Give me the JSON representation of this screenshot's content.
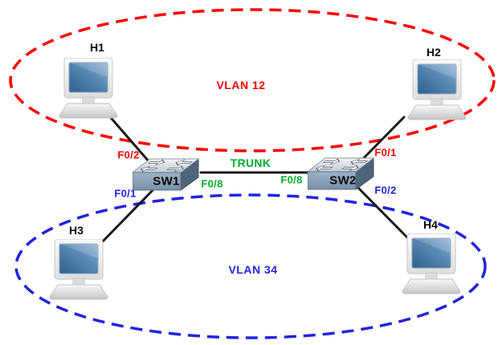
{
  "diagram": {
    "type": "network-topology",
    "background": "#ffffff"
  },
  "colors": {
    "vlan12_red": "#ff0000",
    "vlan34_blue": "#2222e0",
    "trunk_green": "#00ae2a",
    "link_black": "#1a1a1a"
  },
  "hosts": {
    "h1": {
      "label": "H1"
    },
    "h2": {
      "label": "H2"
    },
    "h3": {
      "label": "H3"
    },
    "h4": {
      "label": "H4"
    }
  },
  "switches": {
    "sw1": {
      "label": "SW1"
    },
    "sw2": {
      "label": "SW2"
    }
  },
  "vlans": {
    "vlan12": {
      "label": "VLAN 12",
      "color": "#ff0000"
    },
    "vlan34": {
      "label": "VLAN 34",
      "color": "#2222e0"
    }
  },
  "trunk": {
    "label": "TRUNK",
    "color": "#00ae2a"
  },
  "ports": {
    "sw1_to_h1": {
      "label": "F0/2",
      "color": "#ff0000"
    },
    "sw1_to_h3": {
      "label": "F0/1",
      "color": "#2222e0"
    },
    "sw1_to_sw2": {
      "label": "F0/8",
      "color": "#00ae2a"
    },
    "sw2_to_sw1": {
      "label": "F0/8",
      "color": "#00ae2a"
    },
    "sw2_to_h2": {
      "label": "F0/1",
      "color": "#ff0000"
    },
    "sw2_to_h4": {
      "label": "F0/2",
      "color": "#2222e0"
    }
  }
}
